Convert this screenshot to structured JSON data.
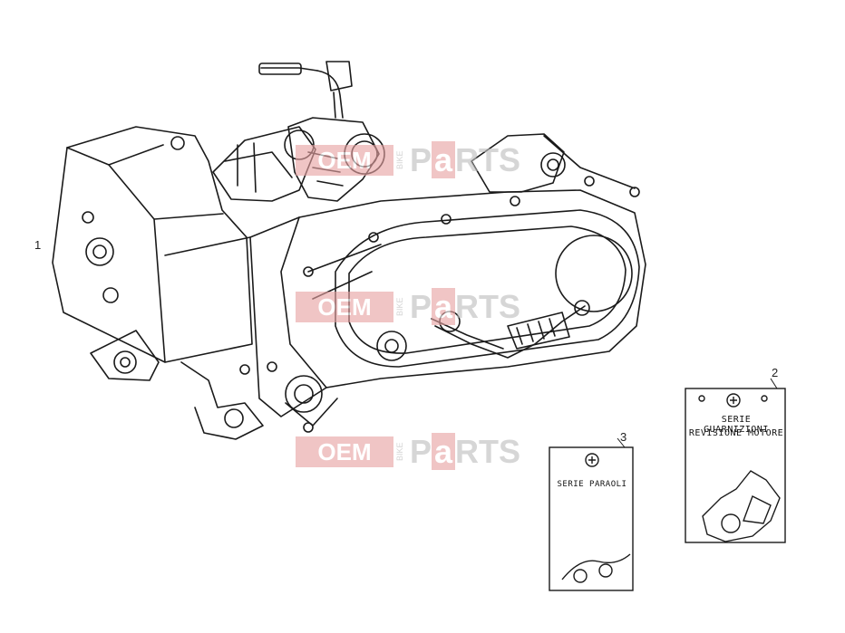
{
  "callouts": {
    "engine": "1",
    "gasket_kit": "2",
    "oil_seal_kit": "3"
  },
  "gasket_card": {
    "line1": "SERIE GUARNIZIONI",
    "line2": "REVISIONE MOTORE"
  },
  "oil_seal_card": {
    "line1": "SERIE PARAOLI"
  },
  "watermark": {
    "oem": "OEM",
    "bike": "BIKE",
    "p": "P",
    "a": "a",
    "rts": "RTS"
  },
  "colors": {
    "line": "#1a1a1a",
    "watermark_red": "#e7a2a2",
    "watermark_grey": "#bdbdbd"
  }
}
